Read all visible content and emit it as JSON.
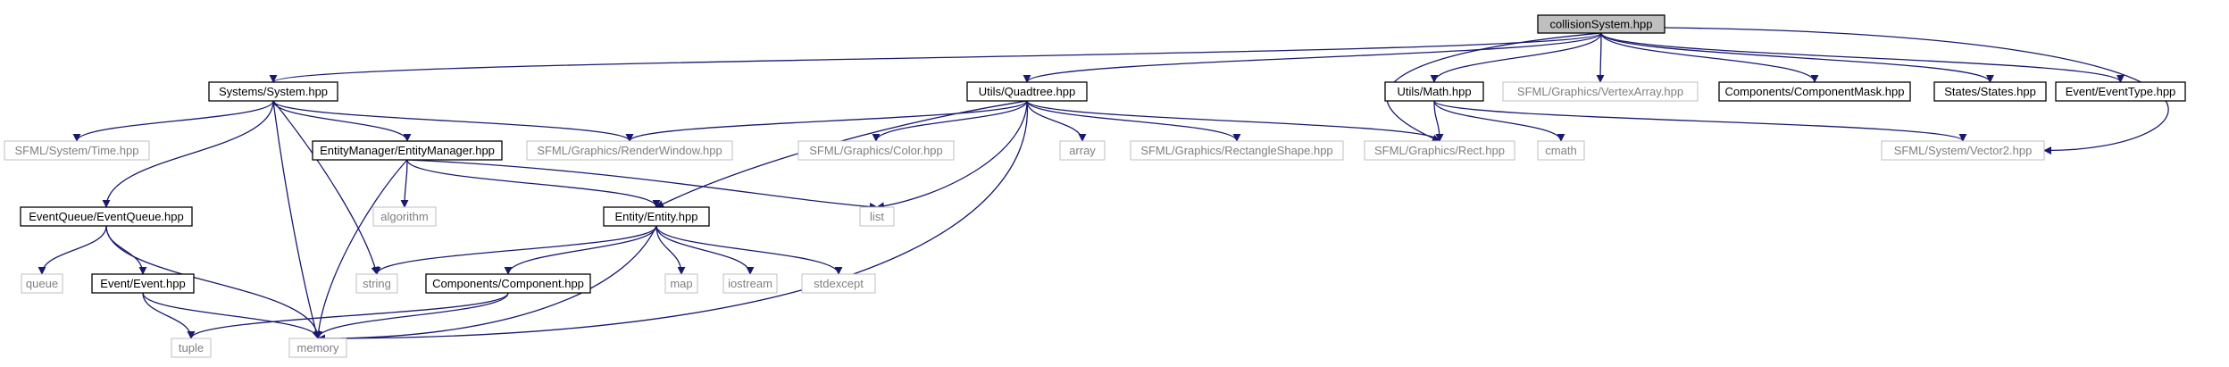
{
  "colors": {
    "edge": "#191970",
    "root_fill": "#bfbfbf",
    "doc_border": "#000000",
    "ext_border": "#bfbfbf",
    "ext_text": "#808080",
    "doc_text": "#000000"
  },
  "nodes": [
    {
      "id": "root",
      "label": "collisionSystem.hpp",
      "kind": "root"
    },
    {
      "id": "system",
      "label": "Systems/System.hpp",
      "kind": "documented"
    },
    {
      "id": "quadtree",
      "label": "Utils/Quadtree.hpp",
      "kind": "documented"
    },
    {
      "id": "math",
      "label": "Utils/Math.hpp",
      "kind": "documented"
    },
    {
      "id": "vertexarray",
      "label": "SFML/Graphics/VertexArray.hpp",
      "kind": "external"
    },
    {
      "id": "componentmask",
      "label": "Components/ComponentMask.hpp",
      "kind": "documented"
    },
    {
      "id": "states",
      "label": "States/States.hpp",
      "kind": "documented"
    },
    {
      "id": "eventtype",
      "label": "Event/EventType.hpp",
      "kind": "documented"
    },
    {
      "id": "time",
      "label": "SFML/System/Time.hpp",
      "kind": "external"
    },
    {
      "id": "renderwindow",
      "label": "SFML/Graphics/RenderWindow.hpp",
      "kind": "external"
    },
    {
      "id": "entitymanager",
      "label": "EntityManager/EntityManager.hpp",
      "kind": "documented"
    },
    {
      "id": "color",
      "label": "SFML/Graphics/Color.hpp",
      "kind": "external"
    },
    {
      "id": "array",
      "label": "array",
      "kind": "external"
    },
    {
      "id": "rectshape",
      "label": "SFML/Graphics/RectangleShape.hpp",
      "kind": "external"
    },
    {
      "id": "rect",
      "label": "SFML/Graphics/Rect.hpp",
      "kind": "external"
    },
    {
      "id": "cmath",
      "label": "cmath",
      "kind": "external"
    },
    {
      "id": "vector2",
      "label": "SFML/System/Vector2.hpp",
      "kind": "external"
    },
    {
      "id": "eventqueue",
      "label": "EventQueue/EventQueue.hpp",
      "kind": "documented"
    },
    {
      "id": "algorithm",
      "label": "algorithm",
      "kind": "external"
    },
    {
      "id": "entity",
      "label": "Entity/Entity.hpp",
      "kind": "documented"
    },
    {
      "id": "list",
      "label": "list",
      "kind": "external"
    },
    {
      "id": "queue",
      "label": "queue",
      "kind": "external"
    },
    {
      "id": "event",
      "label": "Event/Event.hpp",
      "kind": "documented"
    },
    {
      "id": "string",
      "label": "string",
      "kind": "external"
    },
    {
      "id": "component",
      "label": "Components/Component.hpp",
      "kind": "documented"
    },
    {
      "id": "map",
      "label": "map",
      "kind": "external"
    },
    {
      "id": "iostream",
      "label": "iostream",
      "kind": "external"
    },
    {
      "id": "stdexcept",
      "label": "stdexcept",
      "kind": "external"
    },
    {
      "id": "tuple",
      "label": "tuple",
      "kind": "external"
    },
    {
      "id": "memory",
      "label": "memory",
      "kind": "external"
    }
  ],
  "edges": [
    {
      "from": "root",
      "to": "system"
    },
    {
      "from": "root",
      "to": "quadtree"
    },
    {
      "from": "root",
      "to": "rect"
    },
    {
      "from": "root",
      "to": "math"
    },
    {
      "from": "root",
      "to": "vertexarray"
    },
    {
      "from": "root",
      "to": "componentmask"
    },
    {
      "from": "root",
      "to": "states"
    },
    {
      "from": "root",
      "to": "eventtype"
    },
    {
      "from": "root",
      "to": "vector2"
    },
    {
      "from": "system",
      "to": "time"
    },
    {
      "from": "system",
      "to": "renderwindow"
    },
    {
      "from": "system",
      "to": "entitymanager"
    },
    {
      "from": "system",
      "to": "eventqueue"
    },
    {
      "from": "system",
      "to": "string"
    },
    {
      "from": "system",
      "to": "memory"
    },
    {
      "from": "quadtree",
      "to": "renderwindow"
    },
    {
      "from": "quadtree",
      "to": "color"
    },
    {
      "from": "quadtree",
      "to": "array"
    },
    {
      "from": "quadtree",
      "to": "rectshape"
    },
    {
      "from": "quadtree",
      "to": "rect"
    },
    {
      "from": "quadtree",
      "to": "entity"
    },
    {
      "from": "quadtree",
      "to": "list"
    },
    {
      "from": "quadtree",
      "to": "memory"
    },
    {
      "from": "math",
      "to": "rect"
    },
    {
      "from": "math",
      "to": "cmath"
    },
    {
      "from": "math",
      "to": "vector2"
    },
    {
      "from": "entitymanager",
      "to": "algorithm"
    },
    {
      "from": "entitymanager",
      "to": "entity"
    },
    {
      "from": "entitymanager",
      "to": "list"
    },
    {
      "from": "entitymanager",
      "to": "memory"
    },
    {
      "from": "eventqueue",
      "to": "queue"
    },
    {
      "from": "eventqueue",
      "to": "event"
    },
    {
      "from": "eventqueue",
      "to": "memory"
    },
    {
      "from": "event",
      "to": "tuple"
    },
    {
      "from": "event",
      "to": "memory"
    },
    {
      "from": "entity",
      "to": "string"
    },
    {
      "from": "entity",
      "to": "component"
    },
    {
      "from": "entity",
      "to": "map"
    },
    {
      "from": "entity",
      "to": "iostream"
    },
    {
      "from": "entity",
      "to": "stdexcept"
    },
    {
      "from": "entity",
      "to": "memory"
    },
    {
      "from": "component",
      "to": "tuple"
    },
    {
      "from": "component",
      "to": "memory"
    }
  ]
}
